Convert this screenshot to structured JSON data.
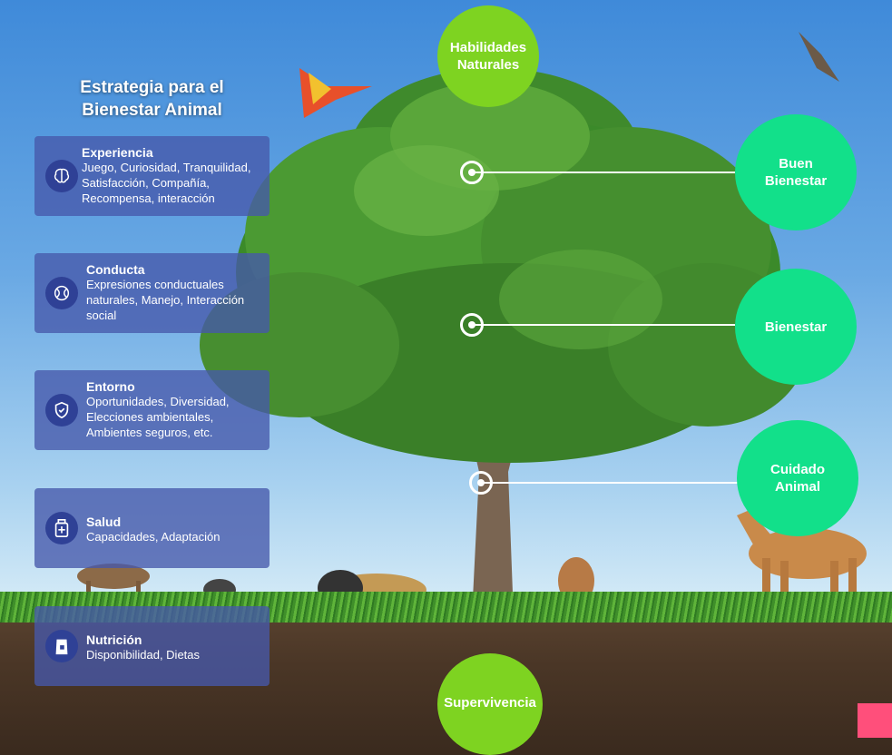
{
  "title": "Estrategia para el Bienestar Animal",
  "cards": [
    {
      "heading": "Experiencia",
      "body": "Juego, Curiosidad, Tranquilidad, Satisfacción, Compañía, Recompensa, interacción",
      "icon": "brain-icon"
    },
    {
      "heading": "Conducta",
      "body": "Expresiones conductuales naturales, Manejo, Interacción social",
      "icon": "ball-icon"
    },
    {
      "heading": "Entorno",
      "body": "Oportunidades, Diversidad, Elecciones ambientales, Ambientes seguros, etc.",
      "icon": "shield-check-icon"
    },
    {
      "heading": "Salud",
      "body": "Capacidades, Adaptación",
      "icon": "medicine-bottle-icon"
    },
    {
      "heading": "Nutrición",
      "body": "Disponibilidad, Dietas",
      "icon": "food-bag-icon"
    }
  ],
  "circles": {
    "top": "Habilidades Naturales",
    "buen_bienestar": "Buen Bienestar",
    "bienestar": "Bienestar",
    "cuidado": "Cuidado Animal",
    "bottom": "Supervivencia"
  },
  "colors": {
    "lime": "#7ed321",
    "mint": "#12e08a",
    "card": "#4658aa",
    "accent": "#ff4f7b"
  }
}
